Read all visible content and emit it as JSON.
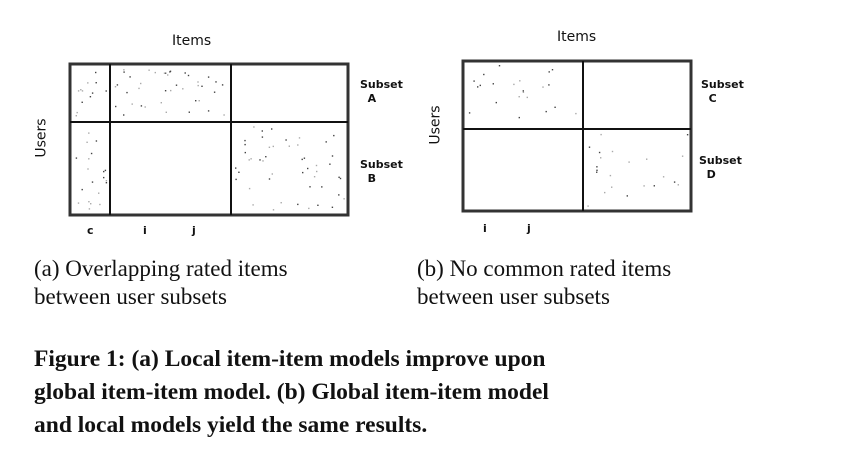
{
  "diagram_a": {
    "x_label": "Items",
    "y_label": "Users",
    "subset_top": [
      "Subset",
      "A"
    ],
    "subset_bottom": [
      "Subset",
      "B"
    ],
    "column_labels": [
      "c",
      "i",
      "j"
    ]
  },
  "diagram_b": {
    "x_label": "Items",
    "y_label": "Users",
    "subset_top": [
      "Subset",
      "C"
    ],
    "subset_bottom": [
      "Subset",
      "D"
    ],
    "column_labels": [
      "i",
      "j"
    ]
  },
  "subcaptions": {
    "a_line1": "(a)  Overlapping  rated  items",
    "a_line2": "between user subsets",
    "b_line1": "(b) No common rated items",
    "b_line2": "between user subsets"
  },
  "figure_caption": [
    "Figure 1:  (a) Local item-item models improve upon",
    "global item-item model.  (b) Global item-item model",
    "and local models yield the same results."
  ]
}
